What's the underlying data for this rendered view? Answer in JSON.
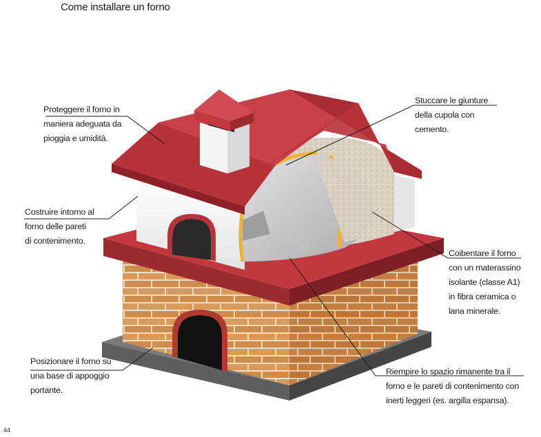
{
  "title": "Come installare un forno",
  "page_number": "44",
  "annotations": {
    "roof": [
      "Proteggere il forno in",
      "maniera adeguata da",
      "pioggia e umidità."
    ],
    "walls": [
      "Costruire intorno al",
      "forno delle pareti",
      "di contenimento."
    ],
    "base": [
      "Posizionare il forno su",
      "una base di appoggio",
      "portante."
    ],
    "joints": [
      "Stuccare le giunture",
      "della cupola con",
      "cemento."
    ],
    "insulation": [
      "Coibentare il forno",
      "con un materassino",
      "isolante (classe A1)",
      "in fibra ceramica o",
      "lana minerale."
    ],
    "fill": [
      "Riempire lo spazio rimanente tra il",
      "forno e le pareti di contenimento con",
      "inerti leggeri (es. argilla espansa)."
    ]
  },
  "colors": {
    "roof": "#b8323a",
    "roof_dark": "#8e2027",
    "brick": "#d99a5a",
    "mortar": "#f3dcc0",
    "wall": "#f2f2f2",
    "dome": "#c9c9cc",
    "insulation": "#d9cbbd",
    "joint": "#f0b230",
    "base": "#6e6e6e"
  }
}
